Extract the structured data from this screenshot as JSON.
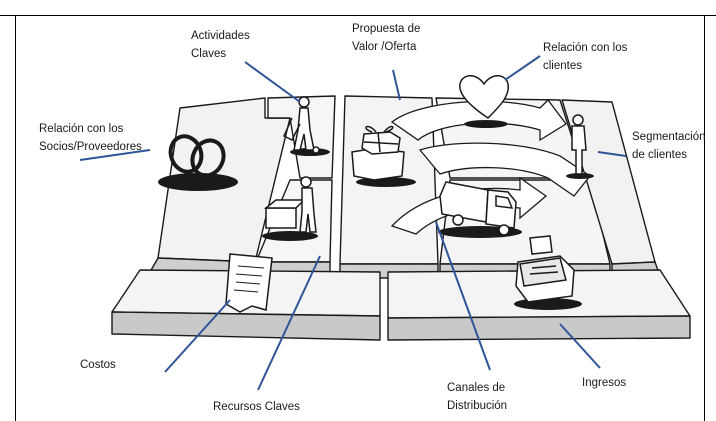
{
  "colors": {
    "pointer": "#2f5597",
    "ink": "#1a1a1a",
    "shade": "#d6d6d6",
    "frame": "#000000"
  },
  "labels": {
    "key_activities": [
      "Actividades",
      "Claves"
    ],
    "value_proposition": [
      "Propuesta de",
      "Valor /Oferta"
    ],
    "customer_relationships": [
      "Relación con los",
      "clientes"
    ],
    "key_partners": [
      "Relación con los",
      "Socios/Proveedores"
    ],
    "customer_segments": [
      "Segmentación",
      "de clientes"
    ],
    "cost_structure": "Costos",
    "key_resources": "Recursos Claves",
    "channels": [
      "Canales de",
      "Distribución"
    ],
    "revenue_streams": "Ingresos"
  },
  "icons": [
    "rings-icon",
    "worker-with-cart-icon",
    "worker-with-boxes-icon",
    "gift-cart-icon",
    "heart-icon",
    "person-icon",
    "truck-icon",
    "cash-register-icon",
    "receipt-icon"
  ]
}
